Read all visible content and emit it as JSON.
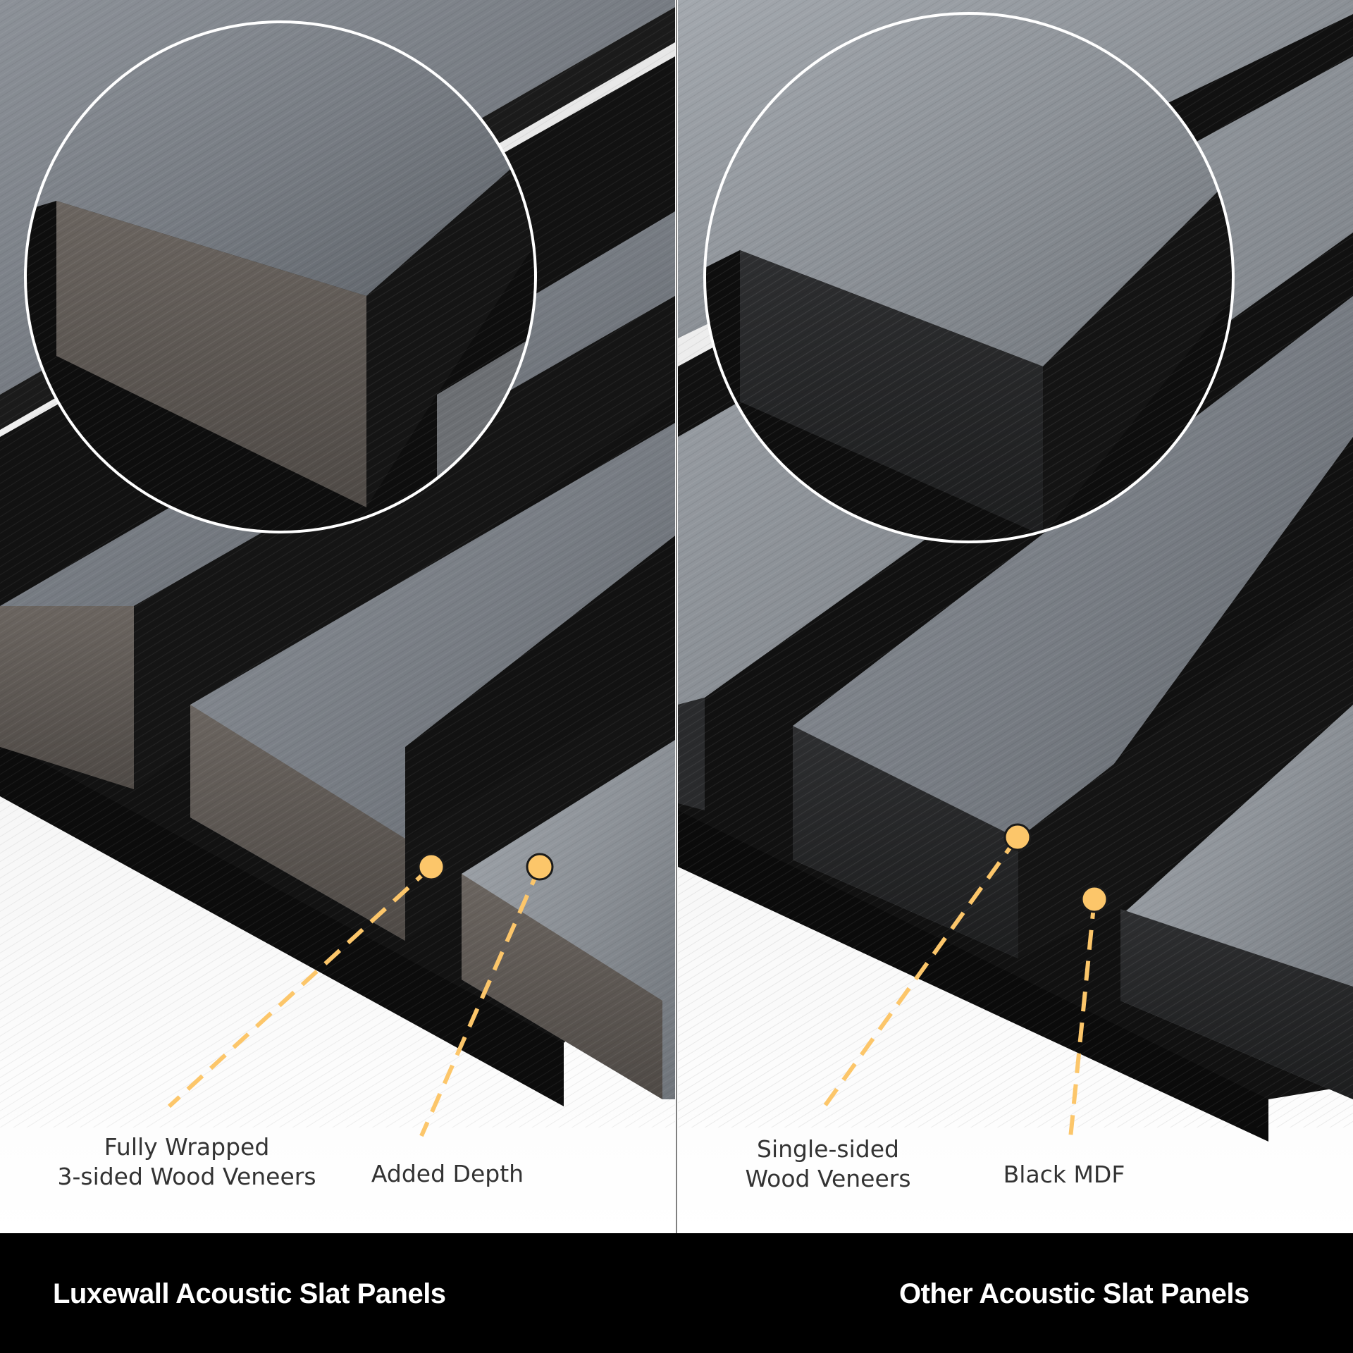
{
  "left_panel": {
    "callouts": [
      {
        "lines": [
          "Fully Wrapped",
          "3-sided Wood Veneers"
        ]
      },
      {
        "lines": [
          "Added Depth"
        ]
      }
    ],
    "caption": "Luxewall Acoustic Slat Panels"
  },
  "right_panel": {
    "callouts": [
      {
        "lines": [
          "Single-sided",
          "Wood Veneers"
        ]
      },
      {
        "lines": [
          "Black MDF"
        ]
      }
    ],
    "caption": "Other Acoustic Slat Panels"
  },
  "colors": {
    "marker": "#fcc66a",
    "caption_bar": "#000000",
    "caption_text": "#ffffff",
    "label_text": "#333333"
  }
}
